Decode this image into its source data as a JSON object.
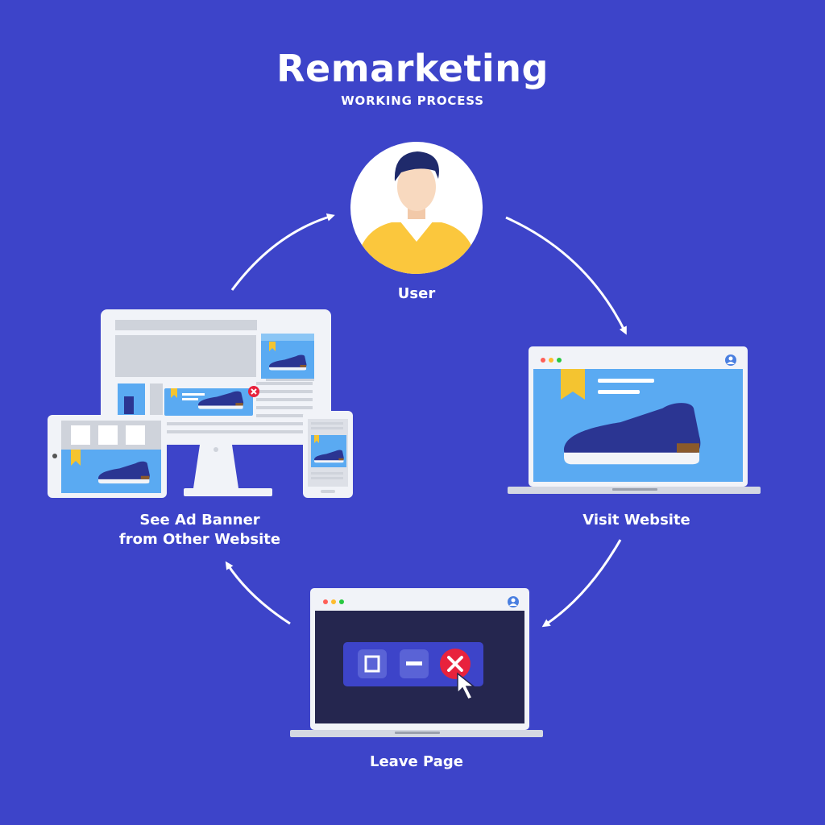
{
  "title": "Remarketing",
  "subtitle": "WORKING PROCESS",
  "steps": {
    "user": "User",
    "visit": "Visit Website",
    "leave": "Leave Page",
    "ad_line1": "See Ad Banner",
    "ad_line2": "from Other Website"
  },
  "colors": {
    "background": "#3d44c9",
    "screen_blue": "#5aaaf2",
    "dark_screen": "#25264f",
    "shoe": "#2b3592",
    "bookmark": "#f4c430",
    "close_red": "#e8223d",
    "shirt": "#fbc73d"
  }
}
